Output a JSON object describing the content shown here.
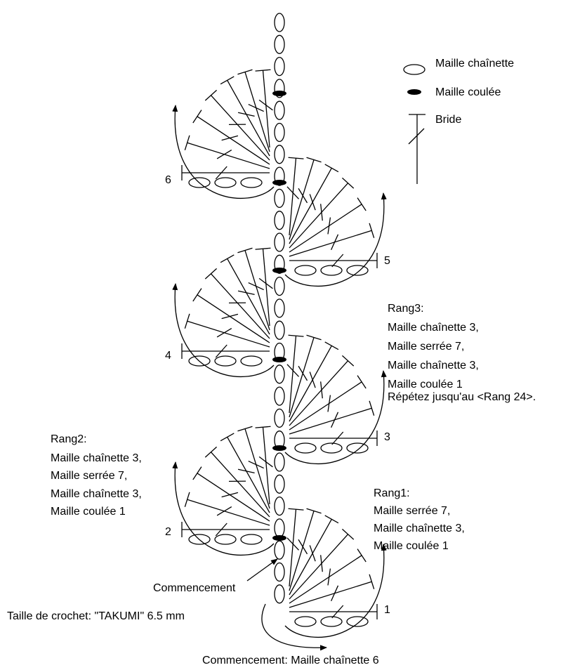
{
  "legend": {
    "chain_label": "Maille chaînette",
    "slip_label": "Maille coulée",
    "bride_label": "Bride"
  },
  "row_numbers": [
    "1",
    "2",
    "3",
    "4",
    "5",
    "6"
  ],
  "rang1": {
    "title": "Rang1:",
    "lines": [
      "Maille serrée 7,",
      "Maille chaînette 3,",
      "Maille coulée 1"
    ]
  },
  "rang2": {
    "title": "Rang2:",
    "lines": [
      "Maille chaînette 3,",
      "Maille serrée 7,",
      "Maille chaînette 3,",
      "Maille coulée 1"
    ]
  },
  "rang3": {
    "title": "Rang3:",
    "lines": [
      "Maille chaînette 3,",
      "Maille serrée 7,",
      "Maille chaînette 3,",
      "Maille coulée 1",
      "Répétez jusqu'au <Rang 24>."
    ]
  },
  "start_label": "Commencement",
  "hook_size": "Taille de crochet:  \"TAKUMI\" 6.5 mm",
  "start_chain": "Commencement: Maille chaînette 6",
  "colors": {
    "ink": "#000000",
    "background": "#ffffff"
  }
}
